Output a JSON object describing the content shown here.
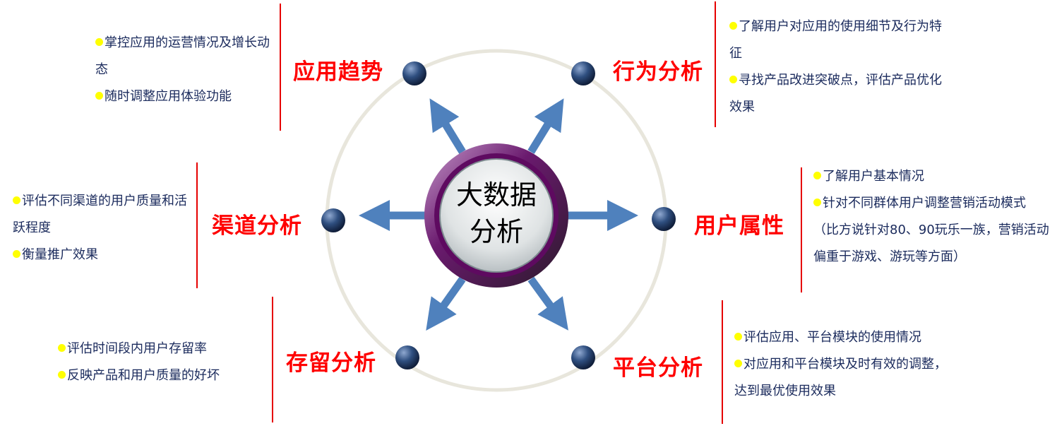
{
  "center": {
    "line1": "大数据",
    "line2": "分析"
  },
  "colors": {
    "label": "#ff0000",
    "arrow": "#4f81bd",
    "bullet": "#ffff00",
    "text": "#1a2a5c",
    "ring": "#e8e6dc"
  },
  "sections": [
    {
      "title": "应用趋势",
      "bullets": [
        "掌控应用的运营情况及增长动态",
        "随时调整应用体验功能"
      ]
    },
    {
      "title": "行为分析",
      "bullets": [
        "了解用户对应用的使用细节及行为特征",
        "寻找产品改进突破点，评估产品优化效果"
      ]
    },
    {
      "title": "渠道分析",
      "bullets": [
        "评估不同渠道的用户质量和活跃程度",
        "衡量推广效果"
      ]
    },
    {
      "title": "用户属性",
      "bullets": [
        "了解用户基本情况",
        "针对不同群体用户调整营销活动模式（比方说针对80、90玩乐一族，营销活动偏重于游戏、游玩等方面）"
      ]
    },
    {
      "title": "存留分析",
      "bullets": [
        "评估时间段内用户存留率",
        "反映产品和用户质量的好坏"
      ]
    },
    {
      "title": "平台分析",
      "bullets": [
        "评估应用、平台模块的使用情况",
        "对应用和平台模块及时有效的调整，达到最优使用效果"
      ]
    }
  ]
}
